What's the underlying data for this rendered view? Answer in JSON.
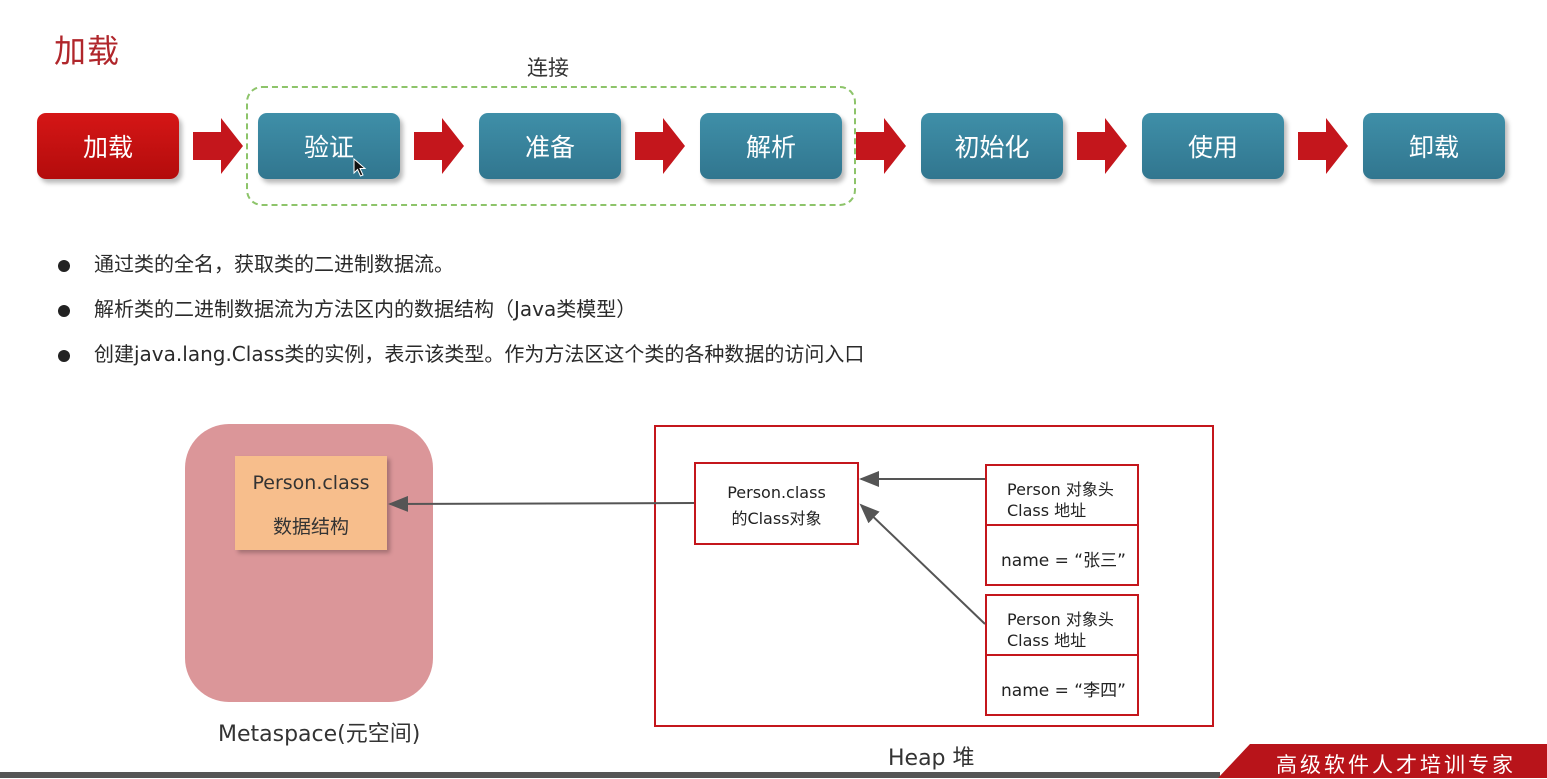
{
  "title": "加载",
  "connect_label": "连接",
  "steps": [
    "加载",
    "验证",
    "准备",
    "解析",
    "初始化",
    "使用",
    "卸载"
  ],
  "bullets": [
    "通过类的全名，获取类的二进制数据流。",
    "解析类的二进制数据流为方法区内的数据结构（Java类模型）",
    "创建java.lang.Class类的实例，表示该类型。作为方法区这个类的各种数据的访问入口"
  ],
  "metaspace": {
    "label": "Metaspace(元空间)",
    "class_line1": "Person.class",
    "class_line2": "数据结构"
  },
  "heap": {
    "label": "Heap 堆",
    "class_object_line1": "Person.class",
    "class_object_line2": "的Class对象",
    "objects": [
      {
        "header_line1": "Person 对象头",
        "header_line2": "Class 地址",
        "name": "name = “张三”"
      },
      {
        "header_line1": "Person 对象头",
        "header_line2": "Class 地址",
        "name": "name = “李四”"
      }
    ]
  },
  "brand": "高级软件人才培训专家",
  "colors": {
    "red": "#c4161c",
    "teal": "#36809a",
    "title": "#b0262b",
    "dashed": "#8dc46a"
  }
}
